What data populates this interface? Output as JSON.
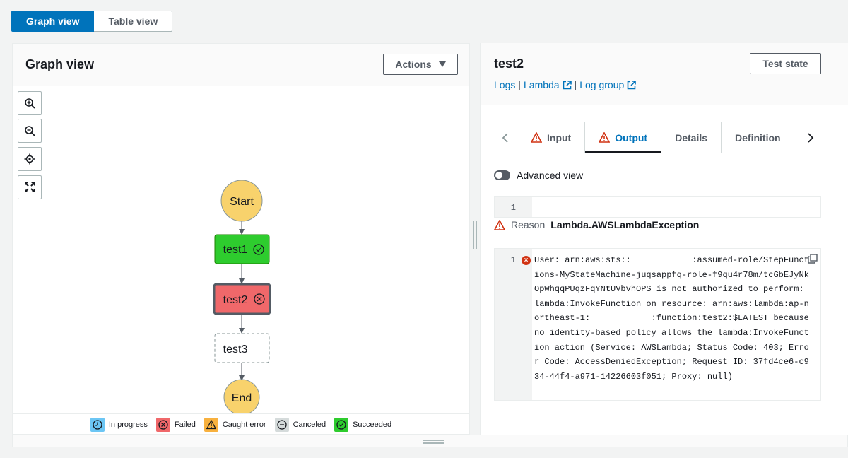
{
  "view_toggle": {
    "graph": "Graph view",
    "table": "Table view"
  },
  "left_panel": {
    "title": "Graph view",
    "actions_label": "Actions",
    "nodes": {
      "start": "Start",
      "test1": "test1",
      "test2": "test2",
      "test3": "test3",
      "end": "End"
    },
    "legend": {
      "in_progress": "In progress",
      "failed": "Failed",
      "caught_error": "Caught error",
      "canceled": "Canceled",
      "succeeded": "Succeeded"
    }
  },
  "right_panel": {
    "state_name": "test2",
    "test_state_label": "Test state",
    "links": {
      "logs": "Logs",
      "sep": "|",
      "lambda": "Lambda",
      "log_group": "Log group"
    },
    "tabs": {
      "input": "Input",
      "output": "Output",
      "details": "Details",
      "definition": "Definition"
    },
    "advanced_view": "Advanced view",
    "output_line_number": "1",
    "reason_label": "Reason",
    "reason_value": "Lambda.AWSLambdaException",
    "error_line_number": "1",
    "error_text": "User: arn:aws:sts::            :assumed-role/StepFunctions-MyStateMachine-juqsappfq-role-f9qu4r78m/tcGbEJyNkOpWhqqPUqzFqYNtUVbvhOPS is not authorized to perform: lambda:InvokeFunction on resource: arn:aws:lambda:ap-northeast-1:            :function:test2:$LATEST because no identity-based policy allows the lambda:InvokeFunction action (Service: AWSLambda; Status Code: 403; Error Code: AccessDeniedException; Request ID: 37fd4ce6-c934-44f4-a971-14226603f051; Proxy: null)"
  },
  "colors": {
    "accent": "#0073bb",
    "start_end_fill": "#f8d26c",
    "succeeded_fill": "#2ecc2e",
    "failed_fill": "#f0686a",
    "error_red": "#d13212"
  }
}
